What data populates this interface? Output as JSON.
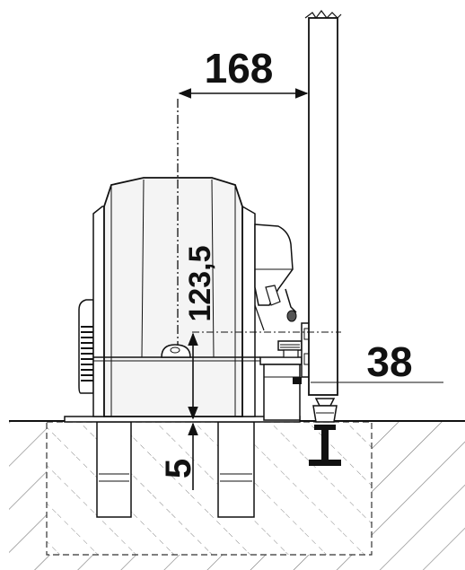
{
  "dimensions": {
    "gate_offset": "168",
    "pinion_height": "123,5",
    "base_height": "5",
    "rack_offset": "38"
  },
  "colors": {
    "ink": "#111111",
    "body_shade": "#f4f4f4",
    "ground_hatch": "#777777"
  }
}
